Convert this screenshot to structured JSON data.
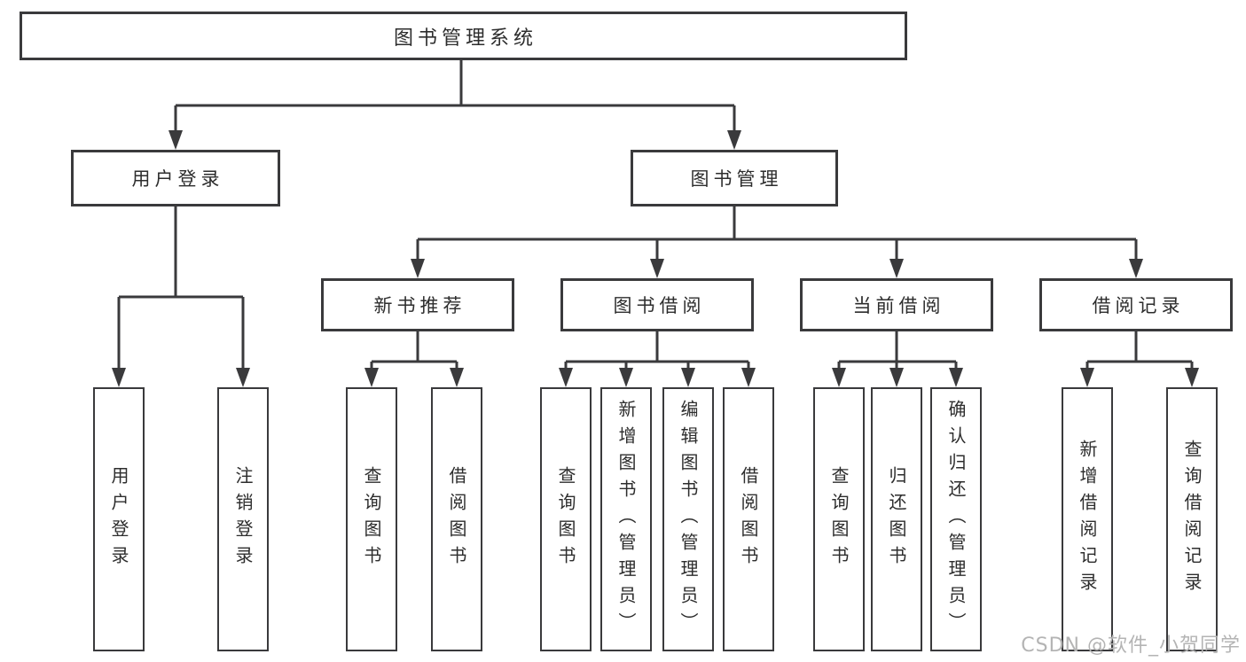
{
  "diagram": {
    "root": {
      "label": "图书管理系统"
    },
    "branches": [
      {
        "label": "用户登录",
        "children": [
          "用户登录",
          "注销登录"
        ]
      },
      {
        "label": "图书管理",
        "groups": [
          {
            "label": "新书推荐",
            "children": [
              "查询图书",
              "借阅图书"
            ]
          },
          {
            "label": "图书借阅",
            "children": [
              "查询图书",
              "新增图书（管理员）",
              "编辑图书（管理员）",
              "借阅图书"
            ]
          },
          {
            "label": "当前借阅",
            "children": [
              "查询图书",
              "归还图书",
              "确认归还（管理员）"
            ]
          },
          {
            "label": "借阅记录",
            "children": [
              "新增借阅记录",
              "查询借阅记录"
            ]
          }
        ]
      }
    ],
    "watermark": "CSDN @软件_小贺同学",
    "colors": {
      "line": "#3a3a3c",
      "text": "#2d2d2d",
      "watermark": "#b4b4b4",
      "background": "#ffffff"
    }
  }
}
